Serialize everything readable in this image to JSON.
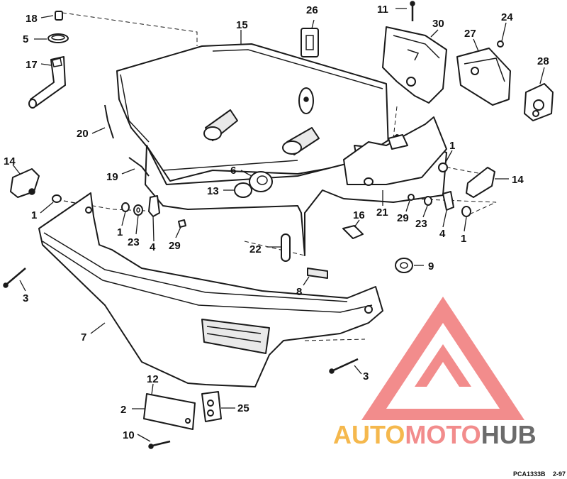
{
  "labels": {
    "l18": "18",
    "l5": "5",
    "l17": "17",
    "l20": "20",
    "l14a": "14",
    "l1a": "1",
    "l26": "26",
    "l15": "15",
    "l11": "11",
    "l30": "30",
    "l27": "27",
    "l24": "24",
    "l28": "28",
    "l19": "19",
    "l6": "6",
    "l13": "13",
    "l1b": "1",
    "l23a": "23",
    "l4a": "4",
    "l29a": "29",
    "l22": "22",
    "l1c": "1",
    "l14b": "14",
    "l21": "21",
    "l16": "16",
    "l29b": "29",
    "l23b": "23",
    "l4b": "4",
    "l1d": "1",
    "l9": "9",
    "l3a": "3",
    "l8": "8",
    "l7": "7",
    "l3b": "3",
    "l12": "12",
    "l2": "2",
    "l25": "25",
    "l10": "10"
  },
  "footer": {
    "code": "PCA1333B",
    "date": "2-97"
  },
  "watermark": {
    "text_a": "AUTO",
    "text_b": "MOTO",
    "text_c": "HUB"
  },
  "colors": {
    "watermark_red": "#f28c8c",
    "watermark_orange": "#f5b84d",
    "watermark_gray": "#6b6b6b",
    "line": "#1a1a1a"
  }
}
